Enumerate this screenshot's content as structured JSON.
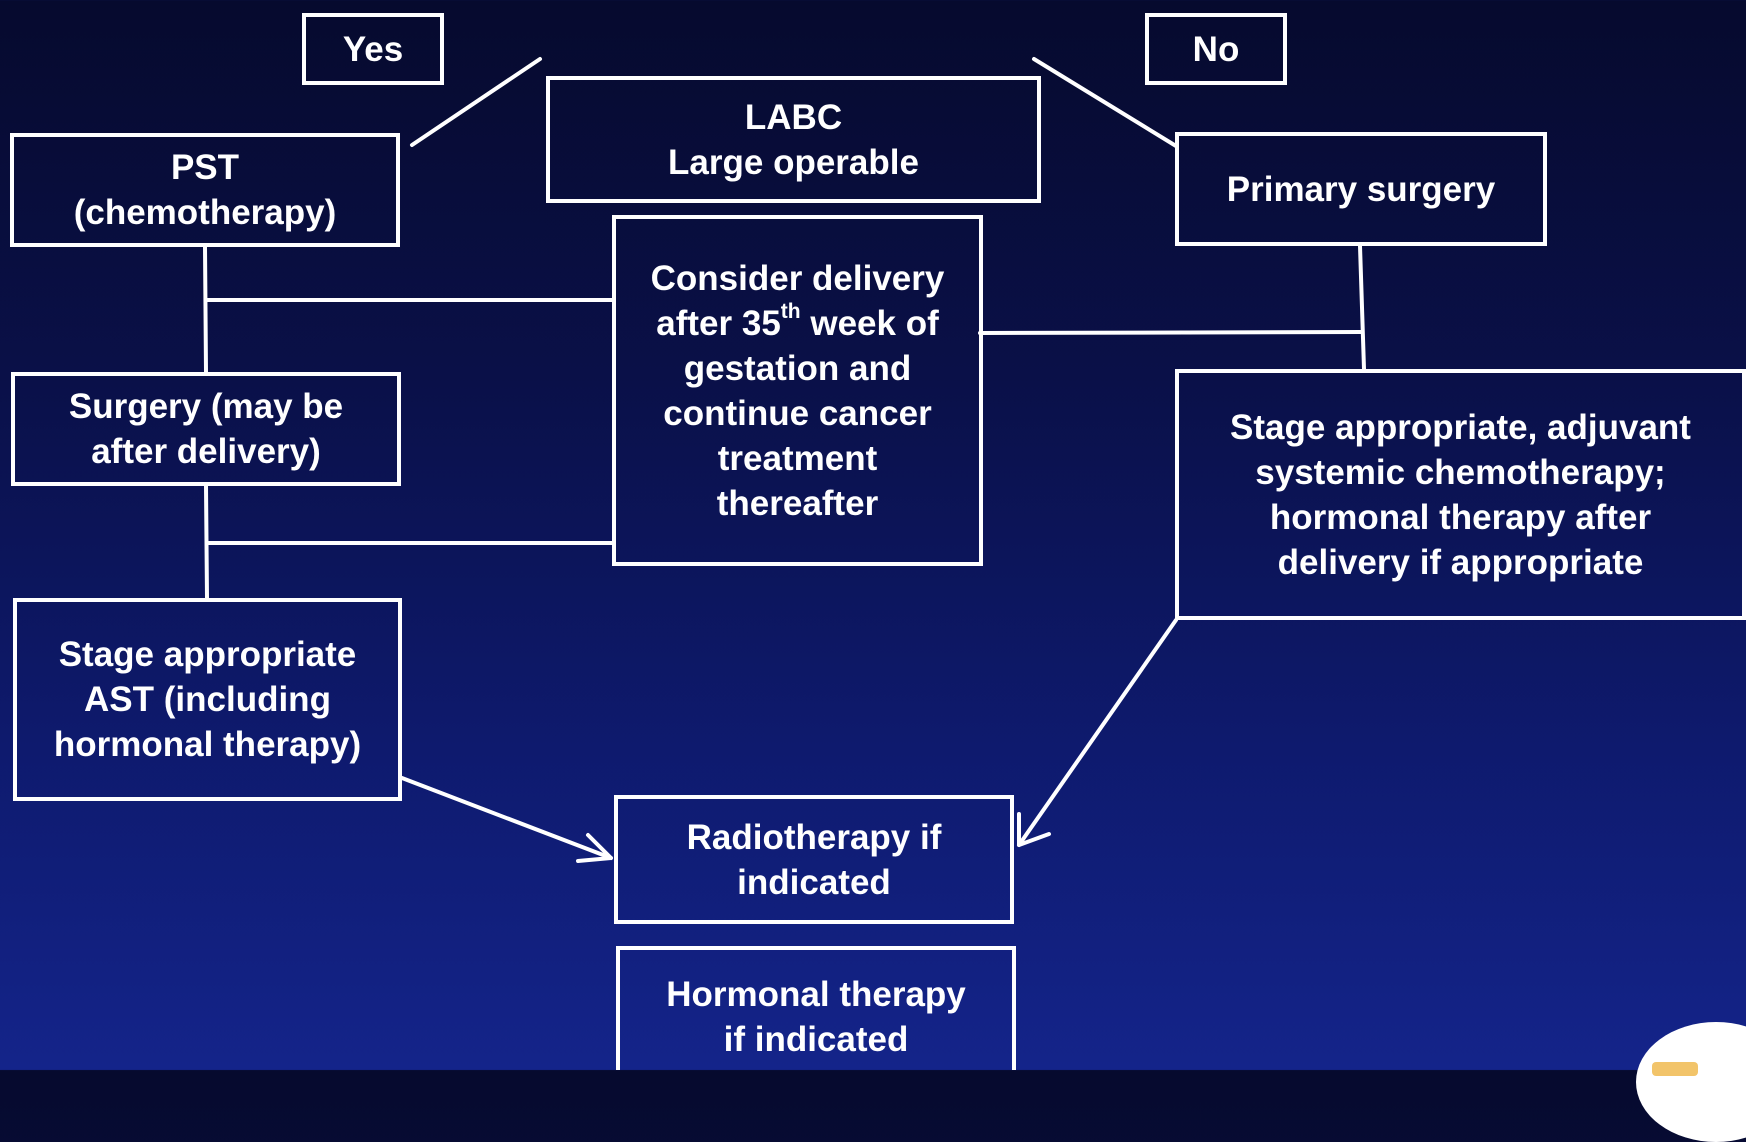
{
  "labels": {
    "yes": "Yes",
    "no": "No"
  },
  "root": {
    "line1": "LABC",
    "line2": "Large operable"
  },
  "left": {
    "pst_line1": "PST",
    "pst_line2": "(chemotherapy)",
    "surgery_line1": "Surgery (may be",
    "surgery_line2": "after delivery)",
    "ast_line1": "Stage appropriate",
    "ast_line2": "AST (including",
    "ast_line3": "hormonal therapy)"
  },
  "center": {
    "delivery_line1": "Consider delivery",
    "delivery_line2_before": "after 35",
    "delivery_line2_sup": "th",
    "delivery_line2_after": " week of",
    "delivery_line3": "gestation and",
    "delivery_line4": "continue cancer",
    "delivery_line5": "treatment",
    "delivery_line6": "thereafter"
  },
  "right": {
    "primary_surgery": "Primary surgery",
    "adjuvant_line1": "Stage appropriate, adjuvant",
    "adjuvant_line2": "systemic chemotherapy;",
    "adjuvant_line3": "hormonal therapy after",
    "adjuvant_line4": "delivery if appropriate"
  },
  "bottom": {
    "radio_line1": "Radiotherapy if",
    "radio_line2": "indicated",
    "hormonal_line1": "Hormonal therapy",
    "hormonal_line2": "if indicated"
  },
  "colors": {
    "background_top": "#060a2e",
    "background_bottom": "#14248a",
    "foreground": "#ffffff"
  }
}
